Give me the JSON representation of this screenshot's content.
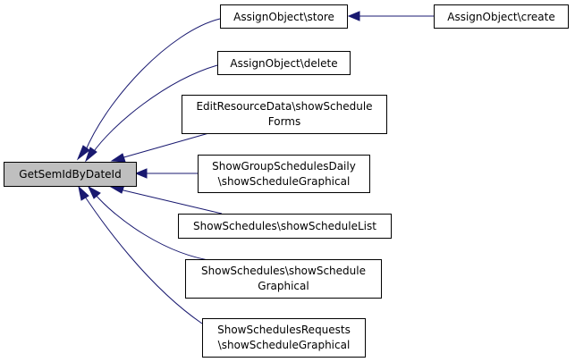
{
  "graph": {
    "focus_node": "GetSemIdByDateId",
    "nodes": [
      {
        "id": "n0",
        "lines": [
          "GetSemIdByDateId"
        ],
        "focus": true
      },
      {
        "id": "n1",
        "lines": [
          "AssignObject\\store"
        ]
      },
      {
        "id": "n2",
        "lines": [
          "AssignObject\\create"
        ]
      },
      {
        "id": "n3",
        "lines": [
          "AssignObject\\delete"
        ]
      },
      {
        "id": "n4",
        "lines": [
          "EditResourceData\\showSchedule",
          "Forms"
        ]
      },
      {
        "id": "n5",
        "lines": [
          "ShowGroupSchedulesDaily",
          "\\showScheduleGraphical"
        ]
      },
      {
        "id": "n6",
        "lines": [
          "ShowSchedules\\showScheduleList"
        ]
      },
      {
        "id": "n7",
        "lines": [
          "ShowSchedules\\showSchedule",
          "Graphical"
        ]
      },
      {
        "id": "n8",
        "lines": [
          "ShowSchedulesRequests",
          "\\showScheduleGraphical"
        ]
      }
    ],
    "edges": [
      {
        "from": "n1",
        "to": "n0"
      },
      {
        "from": "n2",
        "to": "n1"
      },
      {
        "from": "n3",
        "to": "n0"
      },
      {
        "from": "n4",
        "to": "n0"
      },
      {
        "from": "n5",
        "to": "n0"
      },
      {
        "from": "n6",
        "to": "n0"
      },
      {
        "from": "n7",
        "to": "n0"
      },
      {
        "from": "n8",
        "to": "n0"
      }
    ],
    "colors": {
      "edge": "#191970",
      "focus_fill": "#bfbfbf",
      "node_fill": "#ffffff",
      "border": "#000000"
    }
  }
}
